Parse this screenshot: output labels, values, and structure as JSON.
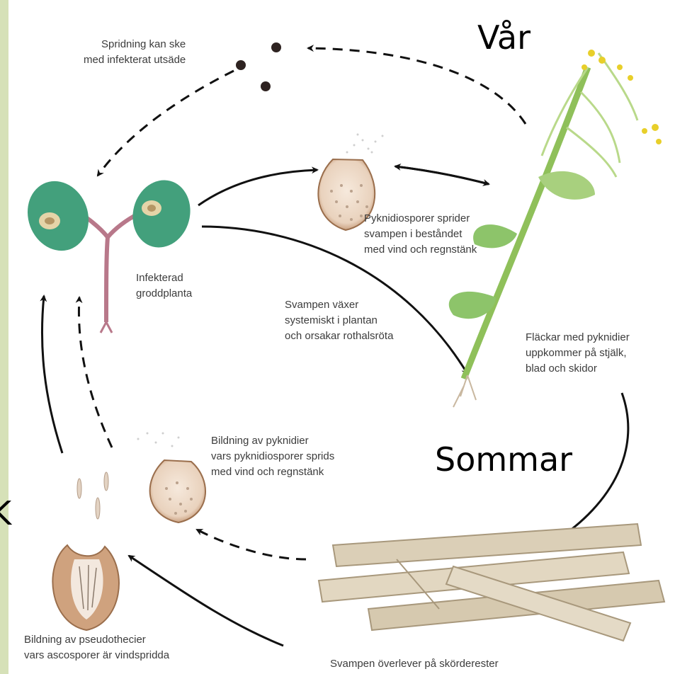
{
  "seasons": {
    "spring": "Vår",
    "summer": "Sommar",
    "autumn_fragment": "K"
  },
  "labels": {
    "seed_spread": "Spridning kan ske\nmed infekterat utsäde",
    "infected_seedling": "Infekterad\ngroddplanta",
    "pycnidiospore_spread": "Pyknidiosporer sprider\nsvampen i beståndet\nmed vind och regnstänk",
    "systemic_growth": "Svampen växer\nsystemiskt i plantan\noch orsakar rothalsröta",
    "stem_spots": "Fläckar med pyknidier\nuppkommer på stjälk,\nblad och skidor",
    "pycnidia_formation": "Bildning av pyknidier\nvars pyknidiosporer sprids\nmed vind och regnstänk",
    "pseudothecia_formation": "Bildning av pseudothecier\nvars ascosporer är vindspridda",
    "overwinter": "Svampen överlever på skörderester"
  },
  "colors": {
    "frame": "#d6e1b8",
    "leaf": "#3f9a78",
    "stem": "#b8d478",
    "flower": "#e8cf2a",
    "spore_body": "#c89a74",
    "straw": "#d7cbb2",
    "arrow": "#111111"
  }
}
